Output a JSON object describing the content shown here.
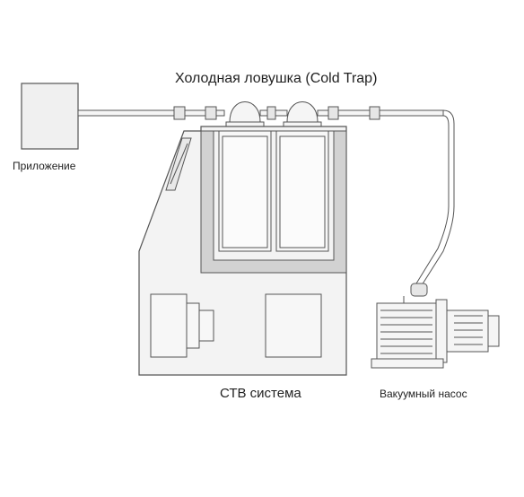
{
  "labels": {
    "cold_trap": "Холодная ловушка (Cold Trap)",
    "application": "Приложение",
    "ctb_system": "СТВ система",
    "vacuum_pump": "Вакуумный насос"
  },
  "colors": {
    "line": "#555555",
    "fill": "#f0f0f0",
    "dark_fill": "#d2d2d2",
    "text": "#222222"
  }
}
